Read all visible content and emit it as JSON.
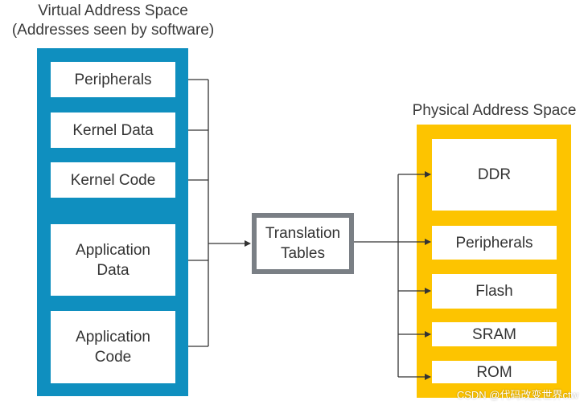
{
  "virtual_space": {
    "title_line1": "Virtual Address Space",
    "title_line2": "(Addresses seen by software)",
    "regions": [
      "Peripherals",
      "Kernel Data",
      "Kernel Code",
      "Application\nData",
      "Application\nCode"
    ]
  },
  "translation": {
    "label": "Translation\nTables"
  },
  "physical_space": {
    "title": "Physical Address Space",
    "regions": [
      "DDR",
      "Peripherals",
      "Flash",
      "SRAM",
      "ROM"
    ]
  },
  "colors": {
    "virtual_frame": "#0f8fbf",
    "physical_frame": "#fdc400",
    "translation_border": "#7a7f85",
    "connector": "#333333"
  },
  "watermark": "CSDN @代码改变世界ctw"
}
